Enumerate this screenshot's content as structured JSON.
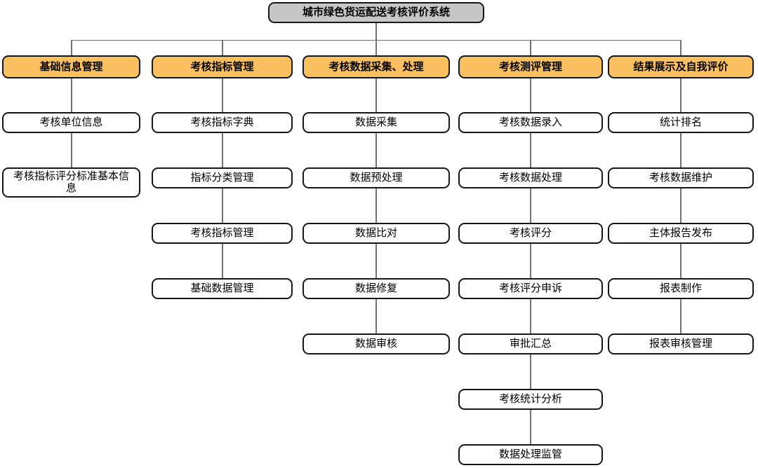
{
  "title": {
    "label": "城市绿色货运配送考核评价系统"
  },
  "colors": {
    "root_fill": "#c6c6c6",
    "branch_header_fill": "#fac05f",
    "child_fill": "#ffffff",
    "border": "#161616",
    "connector": "#737373"
  },
  "columns": [
    {
      "header": "基础信息管理",
      "items": [
        "考核单位信息",
        "考核指标评分标准基本信息"
      ]
    },
    {
      "header": "考核指标管理",
      "items": [
        "考核指标字典",
        "指标分类管理",
        "考核指标管理",
        "基础数据管理"
      ]
    },
    {
      "header": "考核数据采集、处理",
      "items": [
        "数据采集",
        "数据预处理",
        "数据比对",
        "数据修复",
        "数据审核"
      ]
    },
    {
      "header": "考核测评管理",
      "items": [
        "考核数据录入",
        "考核数据处理",
        "考核评分",
        "考核评分申诉",
        "审批汇总",
        "考核统计分析",
        "数据处理监管"
      ]
    },
    {
      "header": "结果展示及自我评价",
      "items": [
        "统计排名",
        "考核数据维护",
        "主体报告发布",
        "报表制作",
        "报表审核管理"
      ]
    }
  ]
}
